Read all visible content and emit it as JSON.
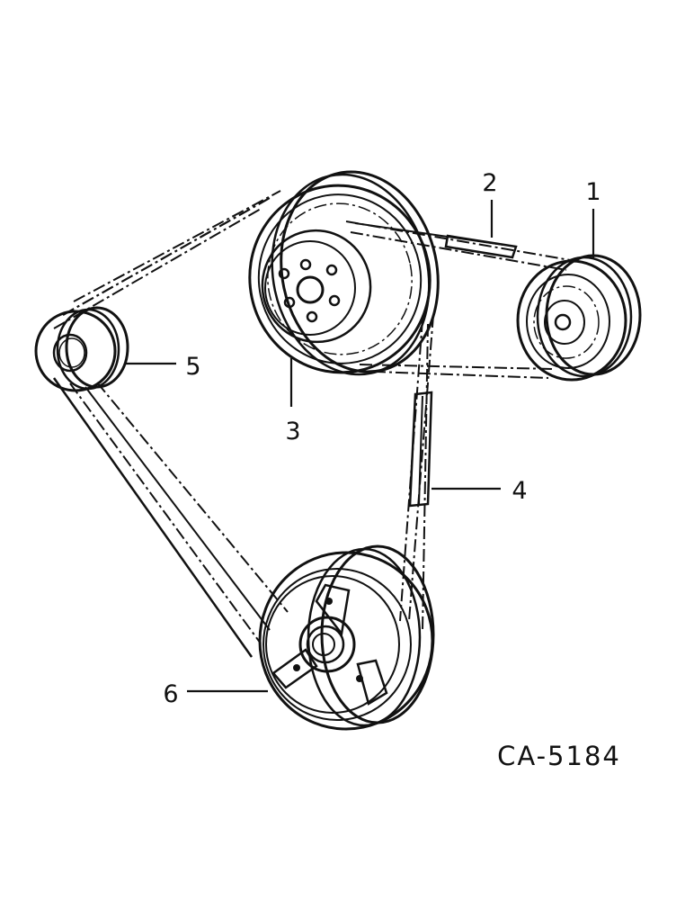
{
  "diagram": {
    "callouts": [
      {
        "id": "1",
        "text": "1"
      },
      {
        "id": "2",
        "text": "2"
      },
      {
        "id": "3",
        "text": "3"
      },
      {
        "id": "4",
        "text": "4"
      },
      {
        "id": "5",
        "text": "5"
      },
      {
        "id": "6",
        "text": "6"
      }
    ],
    "figure_id": "CA-5184",
    "colors": {
      "ink": "#111111",
      "background": "#ffffff"
    }
  }
}
